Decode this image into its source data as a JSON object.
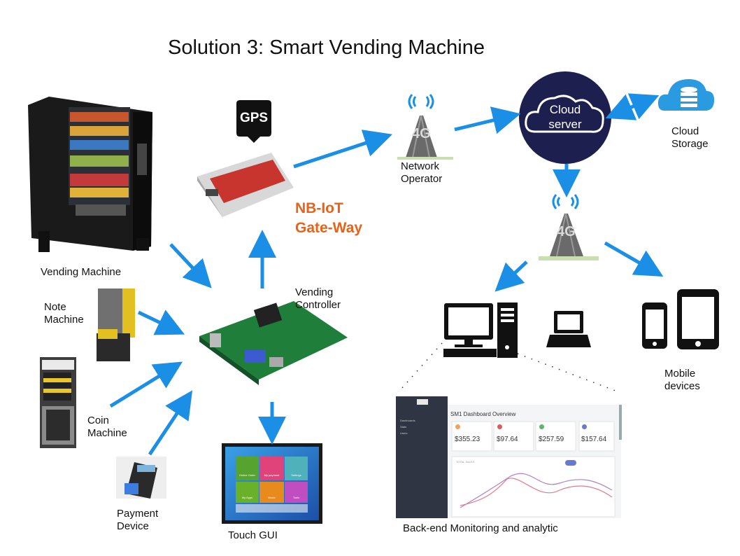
{
  "title": "Solution 3: Smart Vending Machine",
  "labels": {
    "vending_machine": "Vending Machine",
    "note_machine": [
      "Note",
      "Machine"
    ],
    "coin_machine": [
      "Coin",
      "Machine"
    ],
    "payment_device": [
      "Payment",
      "Device"
    ],
    "touch_gui": "Touch GUI",
    "vending_controller": [
      "Vending",
      "Controller"
    ],
    "gateway": [
      "NB-IoT",
      "Gate-Way"
    ],
    "network_operator": [
      "Network",
      "Operator"
    ],
    "cloud_server": [
      "Cloud",
      "server"
    ],
    "cloud_storage": [
      "Cloud",
      "Storage"
    ],
    "mobile_devices": [
      "Mobile",
      "devices"
    ],
    "backend": "Back-end Monitoring and analytic",
    "gps": "GPS",
    "tower_text": "4G"
  },
  "dashboard": {
    "header": "SM1 Dashboard Overview",
    "sidebar_items": [
      "Dashboards",
      "Stats",
      "Users"
    ],
    "cards": [
      {
        "value": "$355.23",
        "color": "#f0a35a"
      },
      {
        "value": "$97.64",
        "color": "#e05a5a"
      },
      {
        "value": "$257.59",
        "color": "#5ab86a"
      },
      {
        "value": "$157.64",
        "color": "#6a78d0"
      }
    ],
    "chart_title": "TOTAL SALES"
  },
  "touch_gui": {
    "tiles": [
      "Online Order",
      "My payment",
      "Settings",
      "My Apps",
      "Music",
      "Tools"
    ]
  },
  "colors": {
    "arrow": "#1b8fe6",
    "cloud_circle": "#1d1f4e",
    "orange_text": "#e8631a"
  }
}
